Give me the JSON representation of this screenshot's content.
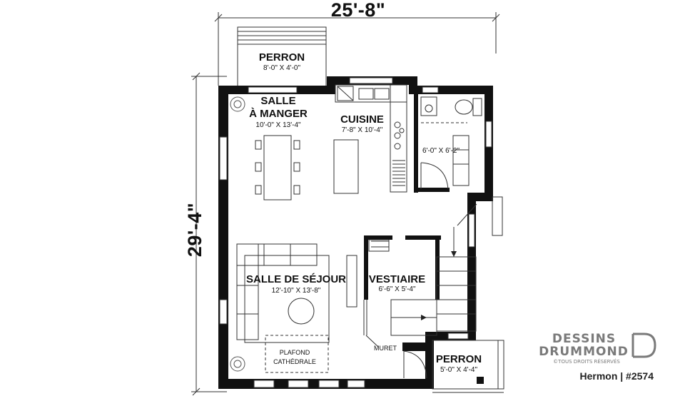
{
  "dimensions": {
    "width": "25'-8\"",
    "depth": "29'-4\""
  },
  "rooms": {
    "perron_top": {
      "name": "PERRON",
      "dims": "8'-0\" X 4'-0\""
    },
    "salle_manger": {
      "name_line1": "SALLE",
      "name_line2": "À MANGER",
      "dims": "10'-0\" X 13'-4\""
    },
    "cuisine": {
      "name": "CUISINE",
      "dims": "7'-8\" X 10'-4\""
    },
    "bathroom": {
      "dims": "6'-0\" X 6'-2\""
    },
    "salle_sejour": {
      "name": "SALLE DE SÉJOUR",
      "dims": "12'-10\" X 13'-8\""
    },
    "vestiaire": {
      "name": "VESTIAIRE",
      "dims": "6'-6\" X 5'-4\""
    },
    "perron_bottom": {
      "name": "PERRON",
      "dims": "5'-0\" X 4'-4\""
    }
  },
  "notes": {
    "muret": "MURET",
    "plafond_line1": "PLAFOND",
    "plafond_line2": "CATHÉDRALE"
  },
  "brand": {
    "line1": "DESSINS",
    "line2": "DRUMMOND",
    "rights": "©TOUS DROITS RÉSERVÉS",
    "plan_name": "Hermon | #2574"
  },
  "colors": {
    "wall": "#111111",
    "line": "#333333",
    "brand": "#7a7a7a"
  }
}
